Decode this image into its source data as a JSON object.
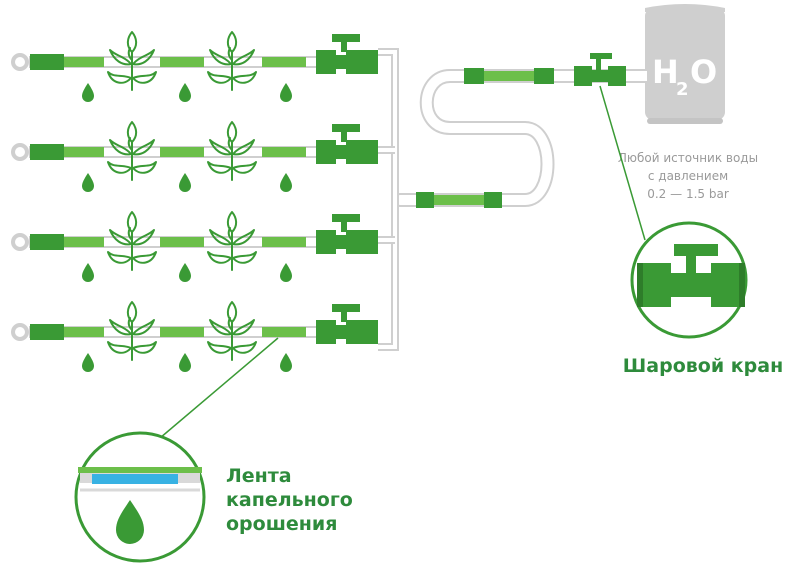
{
  "diagram": {
    "tank_label_main": "H",
    "tank_label_sub": "2",
    "tank_label_tail": "O",
    "source_note": [
      "Любой источник воды",
      "с давлением",
      "0.2 — 1.5 bar"
    ],
    "valve_label": "Шаровой кран",
    "tape_label": [
      "Лента",
      "капельного",
      "орошения"
    ],
    "drip_rows": 4
  },
  "colors": {
    "green": "#3a9a35",
    "green_light": "#6cbf4a",
    "pipe_gray": "#d0d0d0",
    "tank_gray": "#cfcfcf",
    "label_green": "#2e8b3c",
    "note_gray": "#9a9a9a",
    "tape_blue": "#38b2e3"
  }
}
